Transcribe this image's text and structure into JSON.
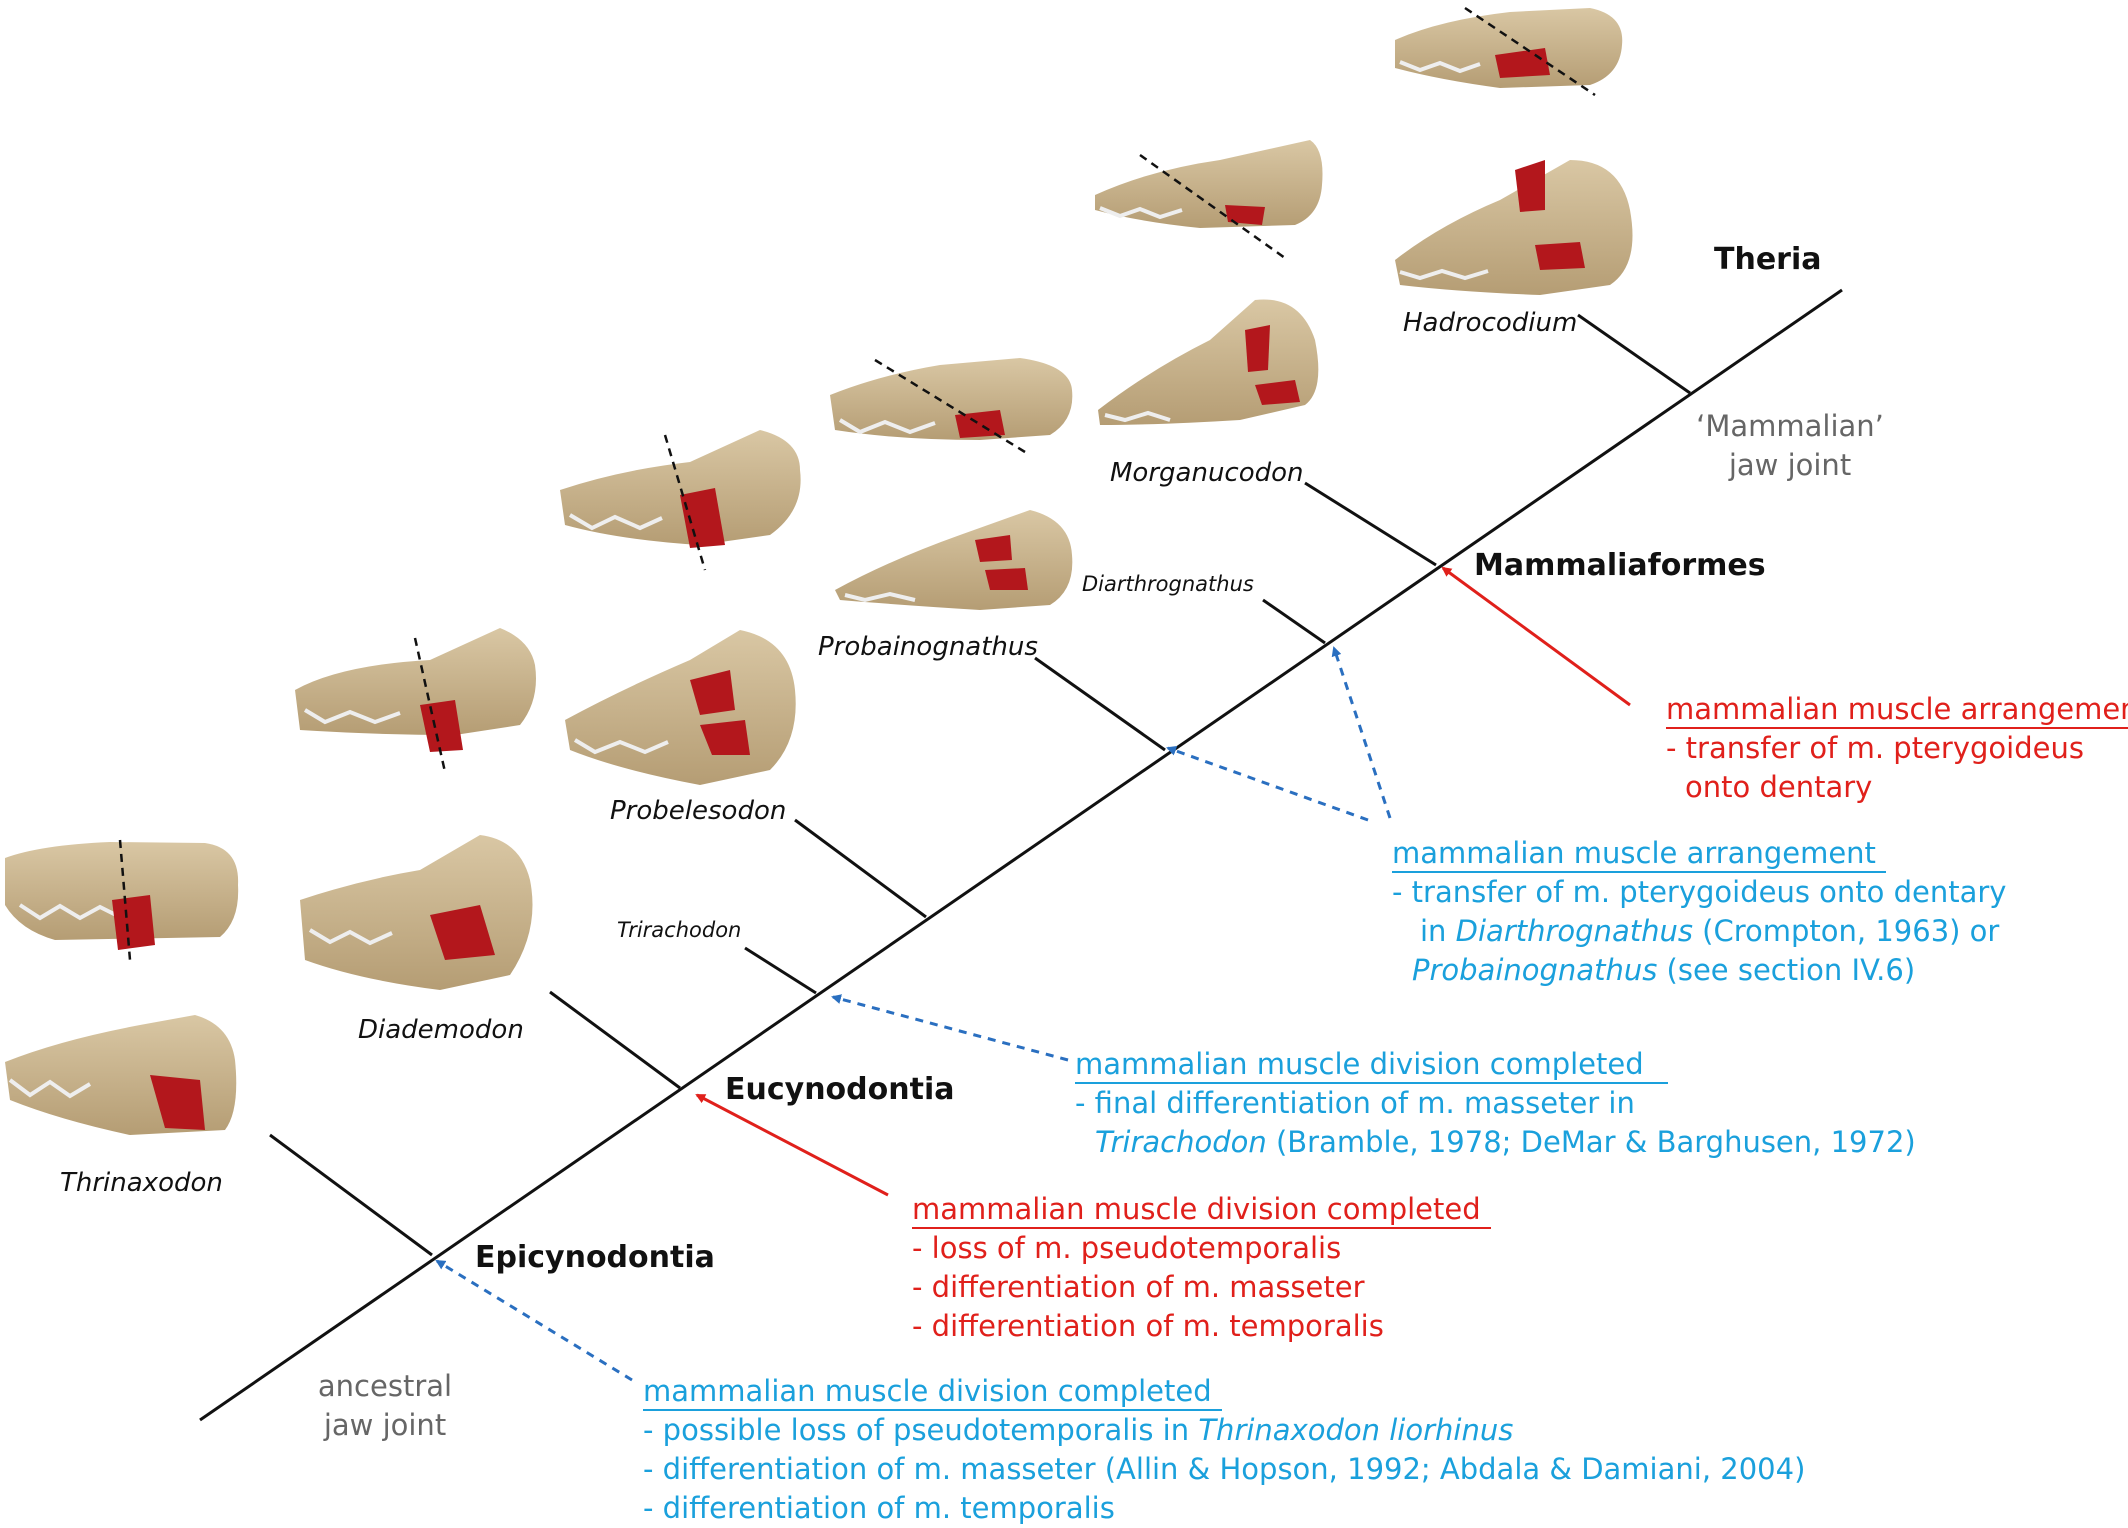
{
  "taxa": {
    "thrinaxodon": "Thrinaxodon",
    "diademodon": "Diademodon",
    "trirachodon": "Trirachodon",
    "probelesodon": "Probelesodon",
    "probainognathus": "Probainognathus",
    "diarthrognathus": "Diarthrognathus",
    "morganucodon": "Morganucodon",
    "hadrocodium": "Hadrocodium"
  },
  "clades": {
    "epicynodontia": "Epicynodontia",
    "eucynodontia": "Eucynodontia",
    "mammaliaformes": "Mammaliaformes",
    "theria": "Theria"
  },
  "jaw_joints": {
    "ancestral_1": "ancestral",
    "ancestral_2": "jaw joint",
    "mammalian_1": "‘Mammalian’",
    "mammalian_2": "jaw joint"
  },
  "notes": {
    "red_top": {
      "heading": "mammalian muscle arrangement",
      "line1": "- transfer of m. pterygoideus",
      "line2": "onto dentary"
    },
    "blue_arrangement": {
      "heading": "mammalian muscle arrangement",
      "line1": "- transfer of m. pterygoideus onto dentary",
      "line2_pre": "in ",
      "line2_sp": "Diarthrognathus",
      "line2_post": " (Crompton, 1963) or",
      "line3_sp": "Probainognathus",
      "line3_post": " (see section IV.6)"
    },
    "blue_trirachodon": {
      "heading": "mammalian muscle division completed",
      "line1": "-  final differentiation of m. masseter in",
      "line2_sp": "Trirachodon",
      "line2_post": " (Bramble, 1978; DeMar & Barghusen, 1972)"
    },
    "red_eucynodontia": {
      "heading": "mammalian muscle division completed",
      "line1": "- loss of m. pseudotemporalis",
      "line2": "- differentiation of m. masseter",
      "line3": "- differentiation of m. temporalis"
    },
    "blue_epicynodontia": {
      "heading": "mammalian muscle division completed",
      "line1_pre": "- possible loss of pseudotemporalis in ",
      "line1_sp": "Thrinaxodon liorhinus",
      "line2": "- differentiation of m. masseter (Allin & Hopson, 1992; Abdala & Damiani, 2004)",
      "line3": "- differentiation of m. temporalis"
    }
  },
  "colors": {
    "red": "#e0201b",
    "blue": "#1aa0dc",
    "dark_blue": "#2a6fc0",
    "line": "#111111",
    "bone": "#cbb692",
    "muscle": "#b3171c"
  }
}
